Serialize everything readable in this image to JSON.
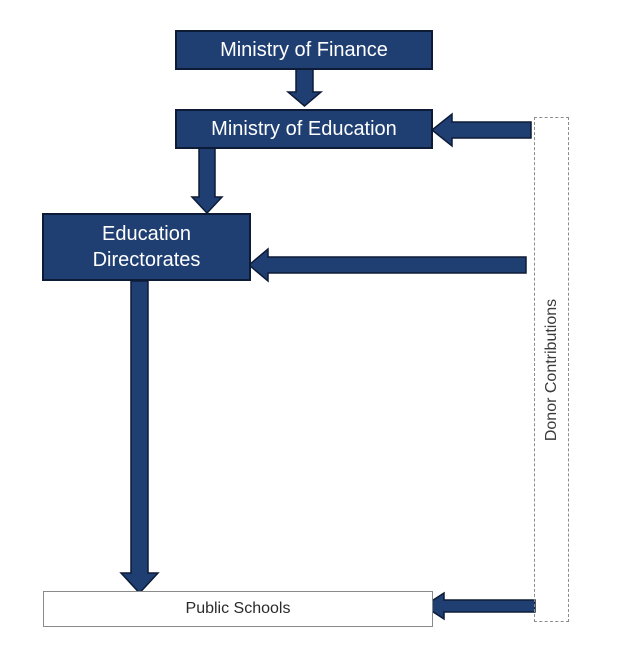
{
  "nodes": {
    "ministry_finance": "Ministry of Finance",
    "ministry_education": "Ministry of Education",
    "education_directorates_line1": "Education",
    "education_directorates_line2": "Directorates",
    "public_schools": "Public Schools"
  },
  "donor": {
    "label": "Donor Contributions"
  },
  "colors": {
    "box_fill": "#1f3f73",
    "box_border": "#0d1b36",
    "arrow_fill": "#1f3f73",
    "arrow_stroke": "#0d1b36"
  }
}
